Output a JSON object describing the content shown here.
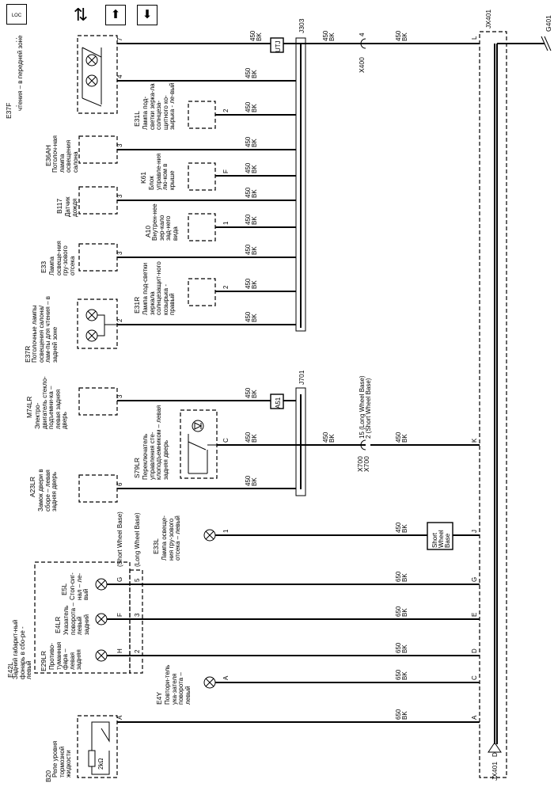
{
  "toolbar": {
    "locator_glyph": "LOC",
    "buttons": [
      {
        "name": "navigate-icon",
        "glyph": "⇅"
      },
      {
        "name": "page-up-icon",
        "glyph": "⬆"
      },
      {
        "name": "page-down-icon",
        "glyph": "⬇"
      }
    ]
  },
  "top": {
    "jx401": "JX401",
    "g401": "G401",
    "x400": "X400",
    "x400_pin": "4",
    "x400_pin_l": "L",
    "j303": "J303",
    "utj": "UTJ",
    "w1": {
      "gauge": "450",
      "color": "BK"
    },
    "w2": {
      "gauge": "450",
      "color": "BK"
    },
    "w3": {
      "gauge": "450",
      "color": "BK"
    },
    "pin7": "7"
  },
  "upper_left": [
    {
      "id": "e37f",
      "code": "E37F",
      "pin": "4",
      "text": "Потолоч-ные лам-пы осве-щения са-лона/лам-пы для чтения – в передней зоне",
      "gauge": "450",
      "color": "BK"
    },
    {
      "id": "e36ah",
      "code": "E36AH",
      "pin": "3",
      "text": "Потолоч-ная лампа освещения салона",
      "gauge": "450",
      "color": "BK"
    },
    {
      "id": "b117",
      "code": "B117",
      "pin": "3",
      "text": "Датчик дождя",
      "gauge": "450",
      "color": "BK"
    },
    {
      "id": "e33",
      "code": "E33",
      "pin": "3",
      "text": "Лампа освеще-ния гру-зового отсека",
      "gauge": "450",
      "color": "BK"
    },
    {
      "id": "e37r",
      "code": "E37R",
      "pin": "2",
      "text": "Потолочные лампы освещения салона/лам-пы для чтения – в задней зоне",
      "gauge": "450",
      "color": "BK"
    }
  ],
  "upper_right": [
    {
      "id": "e31l",
      "code": "E31L",
      "pin": "2",
      "text": "Лампа под-светки зерка-ла солнцеза-щитного ко-зырька - ле-вый",
      "gauge": "450",
      "color": "BK"
    },
    {
      "id": "k61",
      "code": "K61",
      "pin": "F",
      "text": "Блок управле-ния лю-ком в крыше",
      "gauge": "450",
      "color": "BK"
    },
    {
      "id": "a10",
      "code": "A10",
      "pin": "1",
      "text": "Внутрен-нее зер-кало зад-него вида",
      "gauge": "450",
      "color": "BK"
    },
    {
      "id": "e31r",
      "code": "E31R",
      "pin": "2",
      "text": "Лампа под-светки зеркала солнцезащит-ного козырька - правый",
      "gauge": "450",
      "color": "BK"
    }
  ],
  "mid": {
    "j701": "J701",
    "a51": "A51",
    "m74lr": {
      "code": "M74LR",
      "pin": "3",
      "text": "Электро-двигатель стекло-подъемни-ка – левая задняя дверь",
      "gauge": "450",
      "color": "BK"
    },
    "s79lr": {
      "code": "S79LR",
      "pin": "C",
      "text": "Переключатель управления сте-клоподъемником – левая задняя дверь",
      "gauge": "450",
      "color": "BK"
    },
    "a23lr": {
      "code": "A23LR",
      "pin": "6",
      "text": "Замок двери в сборе – левая задняя дверь",
      "gauge": "450",
      "color": "BK"
    },
    "x700": "X700",
    "x700b": "X700",
    "x700_pin1": "15 (Long Wheel Base)",
    "x700_pin2": "2 (Short Wheel Base)",
    "w_after": {
      "gauge": "450",
      "color": "BK"
    },
    "w_k": {
      "gauge": "450",
      "color": "BK"
    },
    "pin_k": "K"
  },
  "lower": {
    "e33l": {
      "code": "E33L",
      "pin": "1",
      "text": "Лампа освеще-ния гру-зового отсека – левый",
      "gauge": "450",
      "color": "BK",
      "jx_pin": "J"
    },
    "swb_box": [
      "Short",
      "Wheel",
      "Base"
    ],
    "e42l": {
      "code": "E42L",
      "text": "Задний габарит-ный фонарь в сбо-ре - левый"
    },
    "e5l": {
      "code": "E5L",
      "text": "Стоп-сиг-нал – ле-вый",
      "pin": "G",
      "alt_pin": "5",
      "gauge": "650",
      "color": "BK",
      "jx_pin": "G"
    },
    "e4lr": {
      "code": "E4LR",
      "text": "Указатель поворота – левый задний",
      "pin": "F",
      "alt_pin": "3",
      "gauge": "650",
      "color": "BK",
      "jx_pin": "E"
    },
    "e29lr": {
      "code": "E29LR",
      "text": "Противо-туманная фара – левая задняя",
      "pin": "H",
      "alt_pin": "2",
      "gauge": "650",
      "color": "BK",
      "jx_pin": "D"
    },
    "short_wb": "(Short Wheel Base)",
    "long_wb": "(Long Wheel Base)",
    "e4y": {
      "code": "E4Y",
      "text": "Повтори-тель ука-зателя поворота – левый",
      "pin": "A",
      "gauge": "650",
      "color": "BK",
      "jx_pin": "C"
    },
    "b20": {
      "code": "B20",
      "text": "Реле уровня тормозной жидкости",
      "pin": "A",
      "resistor": "2kΩ",
      "gauge": "650",
      "color": "BK",
      "jx_pin": "A"
    },
    "jx401_bottom": "JX401",
    "jx401_pin": "D"
  }
}
